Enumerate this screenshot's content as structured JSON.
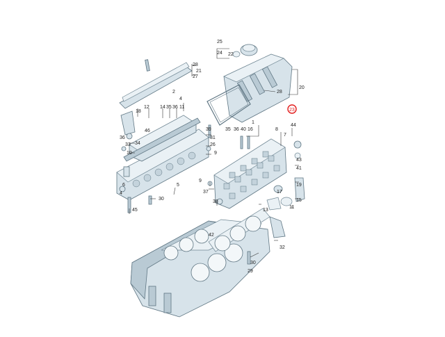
{
  "watermark_top_left": "",
  "labels": {
    "l1": "1",
    "l2": "2",
    "l4": "4",
    "l5": "5",
    "l6": "6",
    "l7": "7",
    "l8": "8",
    "l9": "9",
    "l10": "10",
    "l11": "11",
    "l12": "12",
    "l13": "13",
    "l14": "14",
    "l15": "15",
    "l16": "16",
    "l17": "17",
    "l18": "18",
    "l19": "19",
    "l20": "20",
    "l21": "21",
    "l22": "22",
    "l23": "23",
    "l24": "24",
    "l25": "25",
    "l26": "26",
    "l27": "27",
    "l28a": "28",
    "l28b": "28",
    "l29": "29",
    "l30": "30",
    "l31": "31",
    "l32": "32",
    "l33": "33",
    "l34": "34",
    "l35a": "35",
    "l35b": "35",
    "l36a": "36",
    "l36b": "36",
    "l37": "37",
    "l38": "38",
    "l39": "39",
    "l40": "40",
    "l41": "41",
    "l42": "42",
    "l43": "43",
    "l44": "44",
    "l45": "45",
    "l46": "46"
  },
  "highlight": {
    "part_number": "23",
    "color": "#e21b1b"
  },
  "colors": {
    "part_fill": "#d7e3ea",
    "outline": "#5f7683"
  }
}
